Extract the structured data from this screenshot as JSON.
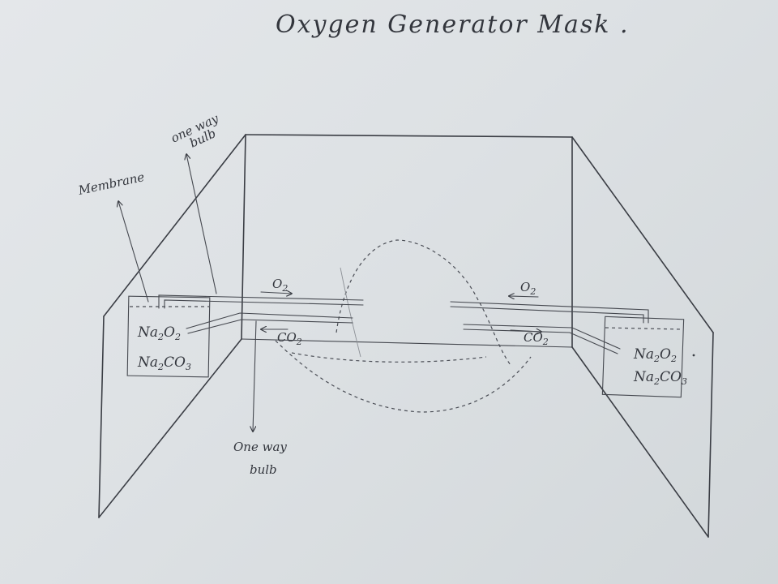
{
  "title": "Oxygen Generator Mask .",
  "labels": {
    "membrane": "Membrane",
    "one_way_bulb_top_line1": "one way",
    "one_way_bulb_top_line2": "bulb",
    "one_way_bulb_bottom_line1": "One way",
    "one_way_bulb_bottom_line2": "bulb"
  },
  "flows": {
    "o2_left": {
      "base": "O",
      "sub": "2"
    },
    "co2_left": {
      "base": "CO",
      "sub": "2"
    },
    "o2_right": {
      "base": "O",
      "sub": "2"
    },
    "co2_right": {
      "base": "CO",
      "sub": "2"
    }
  },
  "canisters": {
    "left": {
      "line1": {
        "a": "Na",
        "a_sub": "2",
        "b": "O",
        "b_sub": "2"
      },
      "line2": {
        "a": "Na",
        "a_sub": "2",
        "b": "CO",
        "b_sub": "3"
      }
    },
    "right": {
      "line1": {
        "a": "Na",
        "a_sub": "2",
        "b": "O",
        "b_sub": "2"
      },
      "line2": {
        "a": "Na",
        "a_sub": "2",
        "b": "CO",
        "b_sub": "3"
      }
    }
  },
  "colors": {
    "paper": "#dde1e4",
    "ink": "#3a3d44"
  }
}
